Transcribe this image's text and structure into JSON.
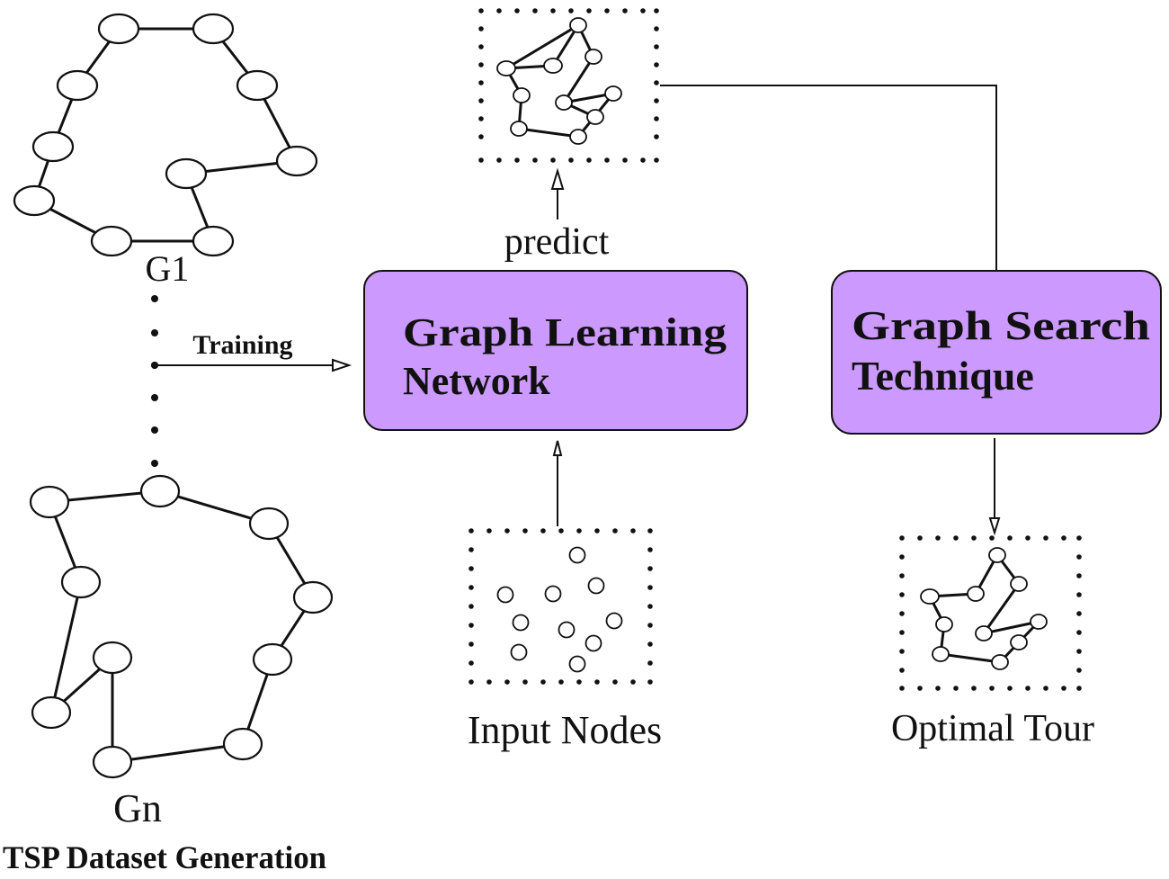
{
  "labels": {
    "g1": "G1",
    "gn": "Gn",
    "dataset_generation": "TSP Dataset Generation",
    "training": "Training",
    "predict": "predict",
    "input_nodes": "Input Nodes",
    "optimal_tour": "Optimal Tour"
  },
  "boxes": {
    "graph_learning": {
      "line1": "Graph Learning",
      "line2": "Network"
    },
    "graph_search": {
      "line1": "Graph Search",
      "line2": "Technique"
    }
  },
  "colors": {
    "box_fill": "#cc99ff",
    "stroke": "#111111"
  }
}
